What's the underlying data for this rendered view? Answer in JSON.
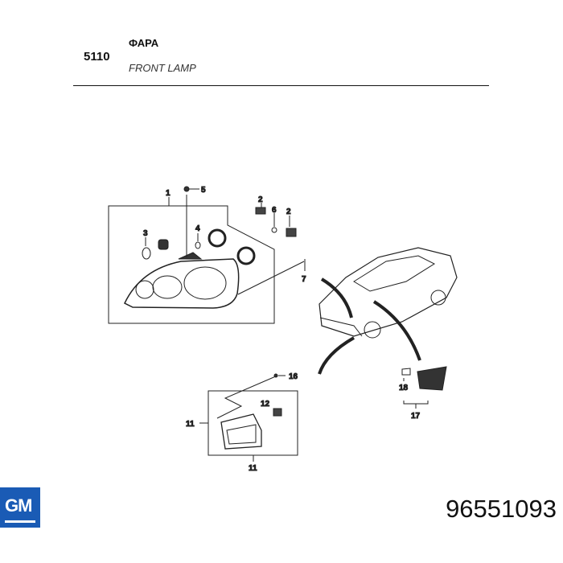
{
  "header": {
    "section_code": "5110",
    "title_ru": "ФАРА",
    "title_en": "FRONT LAMP"
  },
  "callouts": {
    "c1": "1",
    "c2a": "2",
    "c2b": "2",
    "c3": "3",
    "c4": "4",
    "c5": "5",
    "c6": "6",
    "c7": "7",
    "c11a": "11",
    "c11b": "11",
    "c12": "12",
    "c16": "16",
    "c17": "17",
    "c18": "18"
  },
  "brand": {
    "logo_text": "GM",
    "color": "#1a5bb5"
  },
  "part_number": "96551093"
}
